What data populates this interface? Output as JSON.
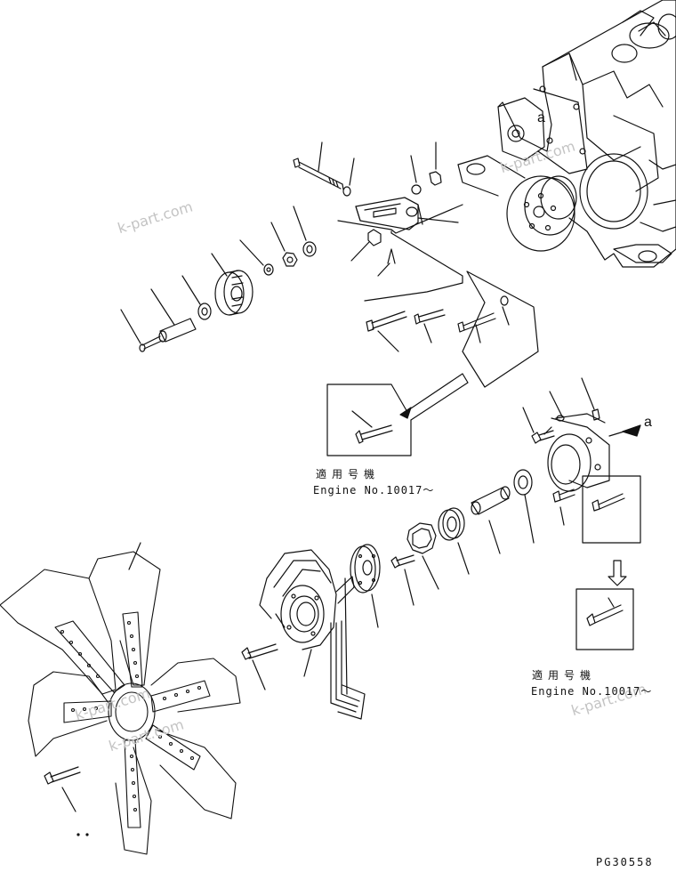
{
  "figure": {
    "reference_code": "PG30558",
    "view_marker_top": "a",
    "view_marker_right": "a"
  },
  "notes": {
    "left": {
      "jp": "適用号機",
      "en": "Engine No.10017～"
    },
    "right": {
      "jp": "適用号機",
      "en": "Engine No.10017～"
    }
  },
  "watermarks": [
    "k-part.com",
    "k-part.com",
    "k-part.com",
    "k-part.com",
    "k-part.com"
  ]
}
